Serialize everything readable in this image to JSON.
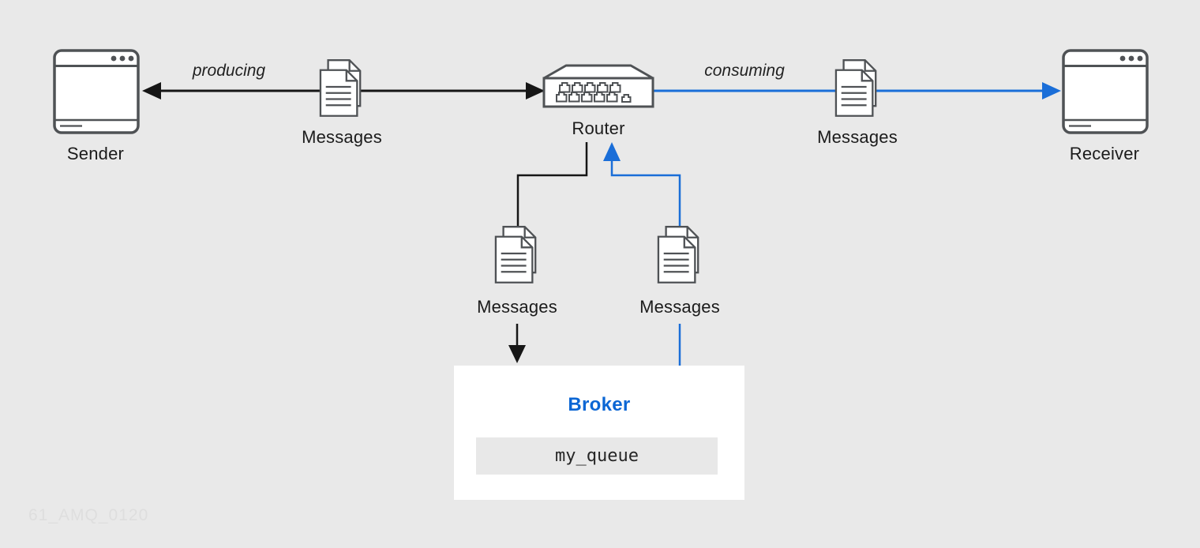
{
  "diagram": {
    "watermark": "61_AMQ_0120",
    "colors": {
      "background": "#e9e9e9",
      "black_line": "#161616",
      "blue_line": "#1a6ed8",
      "broker_title_blue": "#0b66d4",
      "icon_stroke": "#4f5255",
      "label_text": "#1b1b1b",
      "broker_bg": "#ffffff",
      "queue_bg": "#e8e8e8",
      "watermark_color": "#dedede"
    },
    "nodes": {
      "sender": {
        "label": "Sender",
        "icon": "app-window"
      },
      "messages_producing": {
        "label": "Messages",
        "icon": "documents"
      },
      "router": {
        "label": "Router",
        "icon": "network-switch"
      },
      "messages_consuming": {
        "label": "Messages",
        "icon": "documents"
      },
      "receiver": {
        "label": "Receiver",
        "icon": "app-window"
      },
      "messages_to_broker": {
        "label": "Messages",
        "icon": "documents"
      },
      "messages_from_broker": {
        "label": "Messages",
        "icon": "documents"
      },
      "broker": {
        "label": "Broker",
        "queue_name": "my_queue"
      }
    },
    "edges": {
      "producing_label": "producing",
      "consuming_label": "consuming"
    }
  }
}
